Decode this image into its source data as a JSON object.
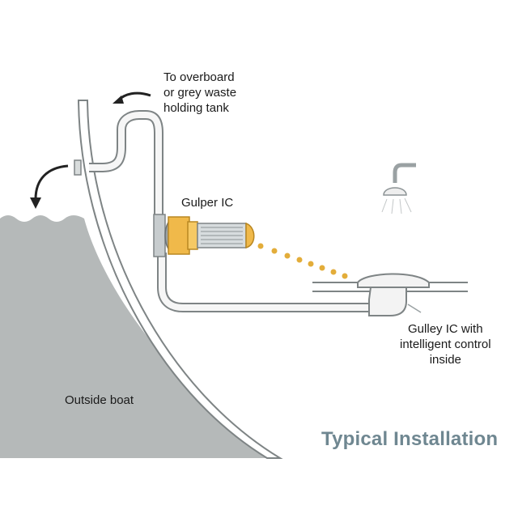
{
  "title": "Typical Installation",
  "labels": {
    "overboard": [
      "To overboard",
      "or grey waste",
      "holding tank"
    ],
    "gulper": "Gulper IC",
    "gulley": [
      "Gulley IC with",
      "intelligent control",
      "inside"
    ],
    "outside": "Outside boat"
  },
  "icons": [
    "overboard-arrow-icon",
    "discharge-arrow-icon",
    "shower-head-icon",
    "water-droplet-icon"
  ],
  "colors": {
    "water": "#b5b9b9",
    "hull_outline": "#7e8485",
    "pipe": "#f6f6f6",
    "pump_body": "#9aa1a3",
    "pump_brass": "#f0b94a",
    "droplet": "#e3ad3a",
    "title": "#6f8791"
  }
}
